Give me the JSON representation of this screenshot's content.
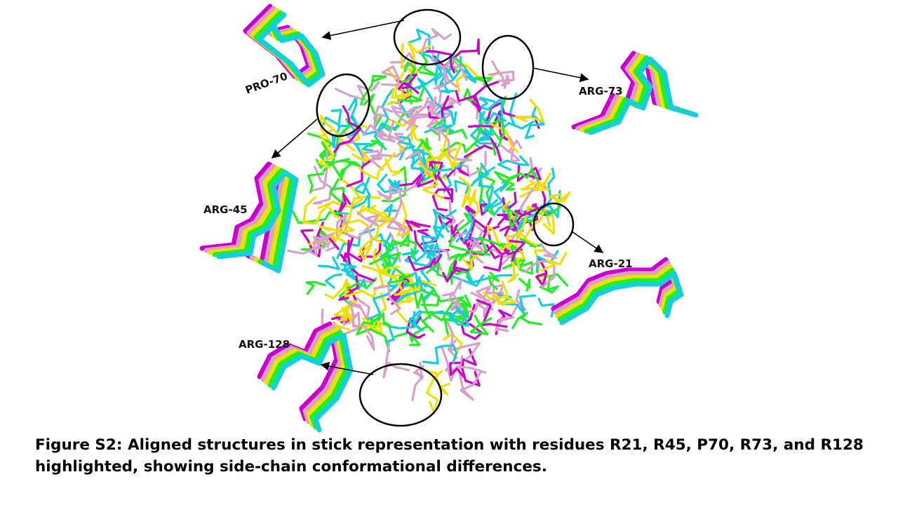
{
  "figure": {
    "residue_labels": {
      "pro70": "PRO-70",
      "arg73": "ARG-73",
      "arg45": "ARG-45",
      "arg21": "ARG-21",
      "arg128": "ARG-128"
    },
    "structure_colors": {
      "magenta": "#cc00cc",
      "pink": "#d8a0c8",
      "yellow": "#f0e000",
      "green": "#22ee22",
      "cyan": "#10d0e0"
    },
    "caption": "Figure S2: Aligned structures in stick representation with residues R21, R45, P70, R73, and R128 highlighted, showing side-chain conformational differences."
  }
}
